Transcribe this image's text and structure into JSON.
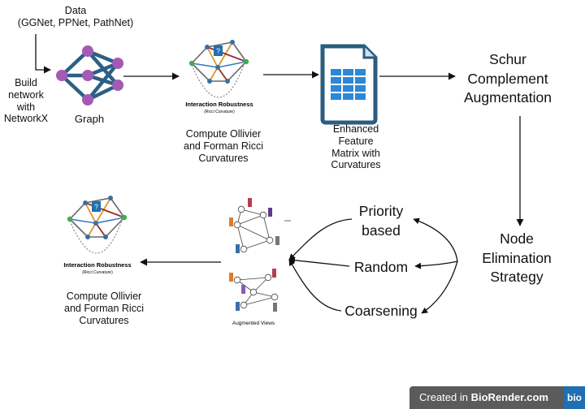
{
  "labels": {
    "data": "Data\n(GGNet, PPNet, PathNet)",
    "build": "Build\nnetwork\nwith\nNetworkX",
    "graph": "Graph",
    "compute_top": "Compute Ollivier\nand Forman Ricci\nCurvatures",
    "enhanced": "Enhanced\nFeature\nMatrix with\nCurvatures",
    "schur": "Schur\nComplement\nAugmentation",
    "node_elim": "Node\nElimination\nStrategy",
    "priority": "Priority\nbased",
    "random": "Random",
    "coarsening": "Coarsening",
    "augmented_views": "Augmented Views",
    "compute_bottom": "Compute Ollivier\nand Forman Ricci\nCurvatures"
  },
  "icon_text": {
    "interaction_robustness": "Interaction Robustness",
    "ricci_curvature": "(Ricci Curvature)",
    "question_mark": "?"
  },
  "badge": {
    "created_in": "Created in",
    "brand": "BioRender.com",
    "logo": "bio"
  },
  "colors": {
    "graph_node": "#a35ab5",
    "graph_edge": "#2d5f85",
    "document_icon": "#2a5d80",
    "arrow": "#111111"
  }
}
